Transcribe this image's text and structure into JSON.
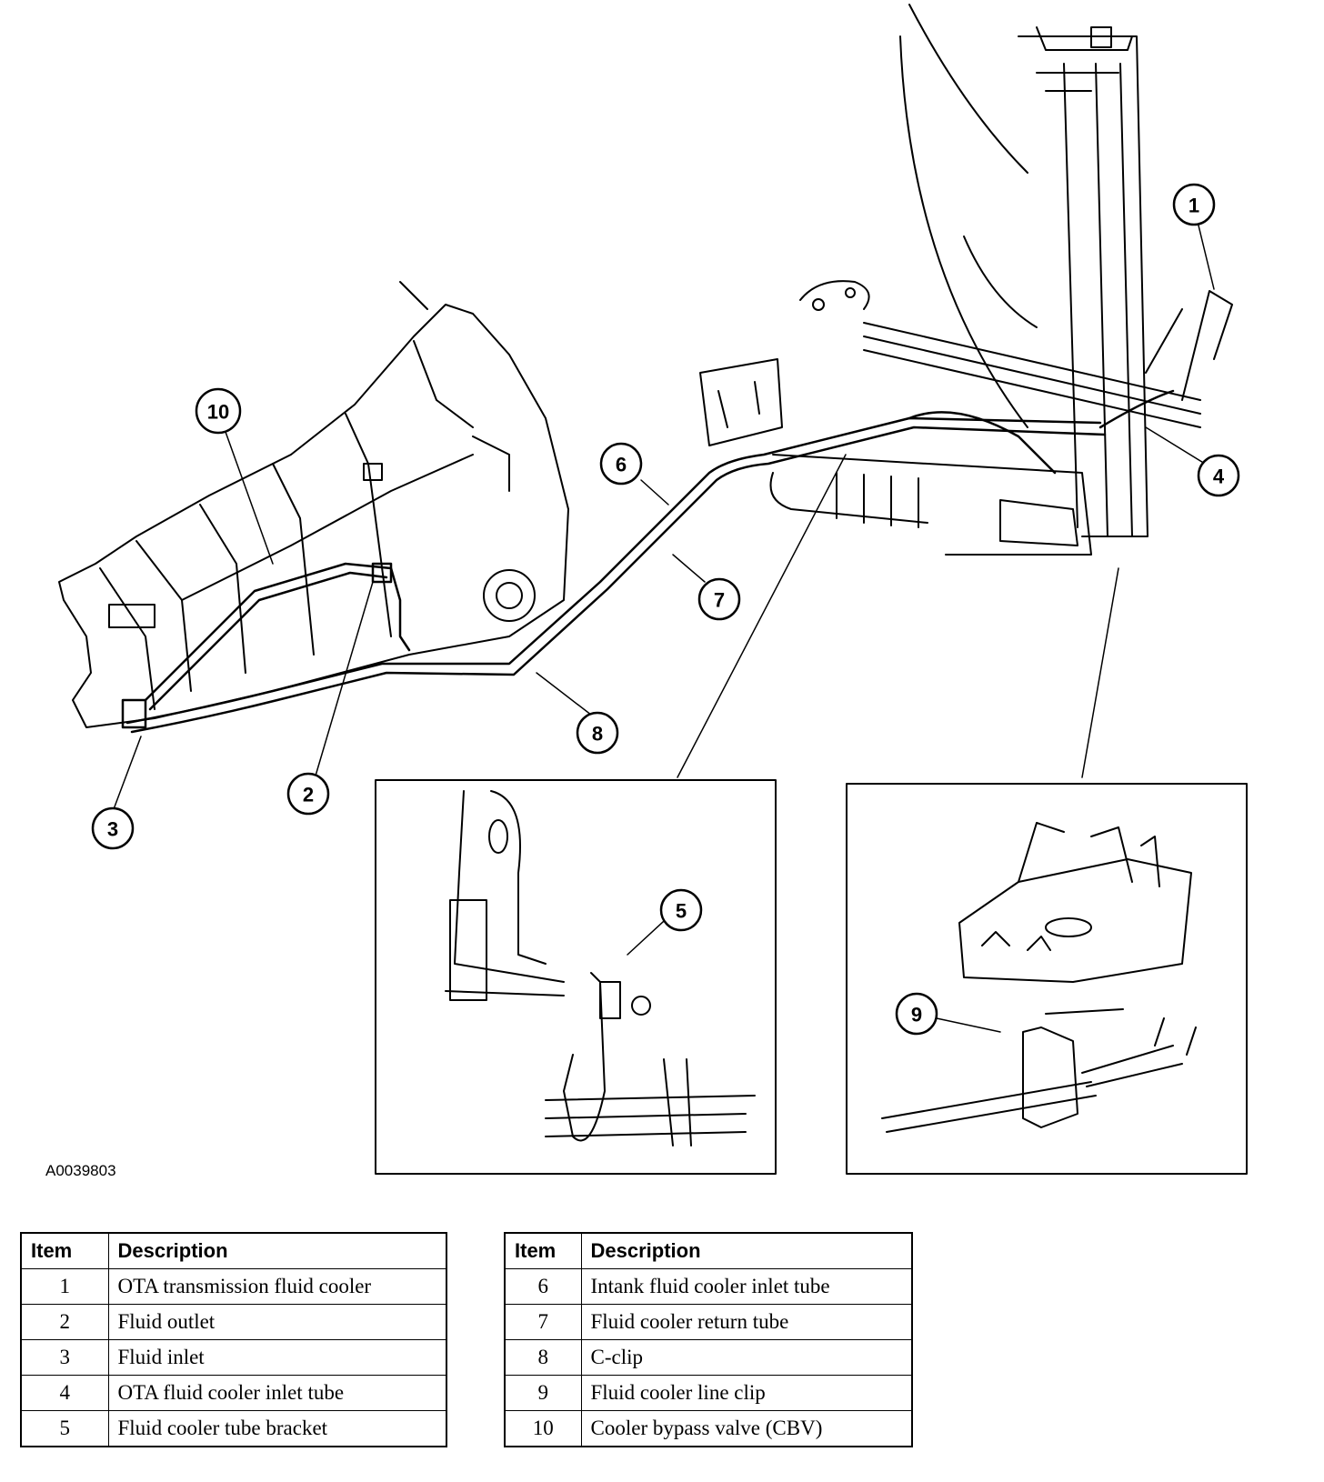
{
  "figure_id": "A0039803",
  "callouts": [
    "1",
    "2",
    "3",
    "4",
    "5",
    "6",
    "7",
    "8",
    "9",
    "10"
  ],
  "table_headers": {
    "item": "Item",
    "description": "Description"
  },
  "legend_left": [
    {
      "item": "1",
      "description": "OTA transmission fluid cooler"
    },
    {
      "item": "2",
      "description": "Fluid outlet"
    },
    {
      "item": "3",
      "description": "Fluid inlet"
    },
    {
      "item": "4",
      "description": "OTA fluid cooler inlet tube"
    },
    {
      "item": "5",
      "description": "Fluid cooler tube bracket"
    }
  ],
  "legend_right": [
    {
      "item": "6",
      "description": "Intank fluid cooler inlet tube"
    },
    {
      "item": "7",
      "description": "Fluid cooler return tube"
    },
    {
      "item": "8",
      "description": "C-clip"
    },
    {
      "item": "9",
      "description": "Fluid cooler line clip"
    },
    {
      "item": "10",
      "description": "Cooler bypass valve (CBV)"
    }
  ]
}
